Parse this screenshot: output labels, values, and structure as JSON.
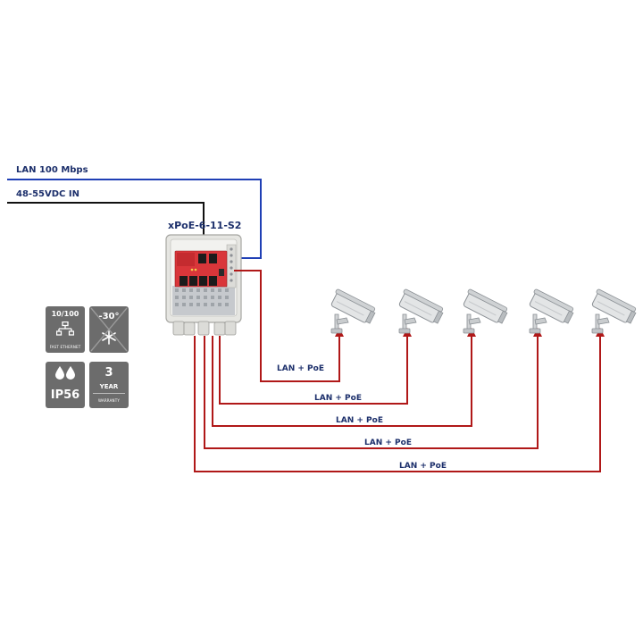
{
  "labels": {
    "lan_in": "LAN 100 Mbps",
    "power_in": "48-55VDC IN",
    "device_name": "xPoE-6-11-S2",
    "camera_links": [
      "LAN + PoE",
      "LAN + PoE",
      "LAN + PoE",
      "LAN + PoE",
      "LAN + PoE"
    ]
  },
  "badges": {
    "ethernet": {
      "speed": "10/100",
      "caption": "FAST ETHERNET",
      "icon": "network-icon"
    },
    "temperature": {
      "value": "-30°",
      "icon": "snowflake-icon"
    },
    "ip_rating": {
      "text": "IP56",
      "icon": "water-drops-icon"
    },
    "warranty": {
      "years": "3",
      "unit": "YEAR",
      "caption": "WARRANTY"
    }
  },
  "colors": {
    "lan_line": "#1f3fb5",
    "power_line": "#111111",
    "poe_line": "#b01818",
    "label_text": "#1c2f6b",
    "badge_bg": "#6c6c6c"
  },
  "cameras": {
    "count": 5,
    "icon": "cctv-camera-icon"
  }
}
